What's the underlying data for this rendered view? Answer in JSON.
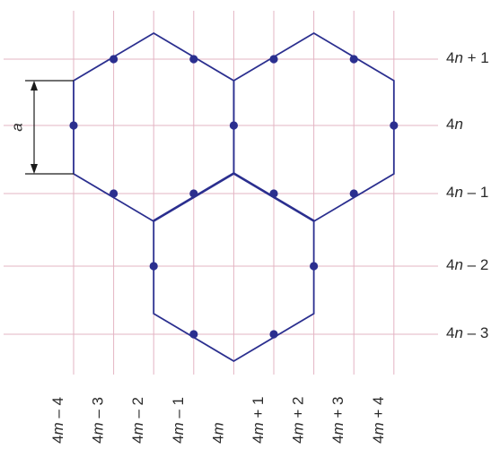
{
  "colors": {
    "grid": "#e3b4c3",
    "hexagon": "#2b2f8f",
    "vertex": "#2b2f8f",
    "dimension": "#1a1a1a",
    "text": "#2a2a2a"
  },
  "row_labels": [
    {
      "pre": "4",
      "var": "n",
      "post": " + 1"
    },
    {
      "pre": "4",
      "var": "n",
      "post": ""
    },
    {
      "pre": "4",
      "var": "n",
      "post": " – 1"
    },
    {
      "pre": "4",
      "var": "n",
      "post": " – 2"
    },
    {
      "pre": "4",
      "var": "n",
      "post": " – 3"
    }
  ],
  "column_labels": [
    {
      "pre": "4",
      "var": "m",
      "post": " – 4"
    },
    {
      "pre": "4",
      "var": "m",
      "post": " – 3"
    },
    {
      "pre": "4",
      "var": "m",
      "post": " – 2"
    },
    {
      "pre": "4",
      "var": "m",
      "post": " – 1"
    },
    {
      "pre": "4",
      "var": "m",
      "post": ""
    },
    {
      "pre": "4",
      "var": "m",
      "post": " + 1"
    },
    {
      "pre": "4",
      "var": "m",
      "post": " + 2"
    },
    {
      "pre": "4",
      "var": "m",
      "post": " + 3"
    },
    {
      "pre": "4",
      "var": "m",
      "post": " + 4"
    }
  ],
  "dimension_label": "a"
}
